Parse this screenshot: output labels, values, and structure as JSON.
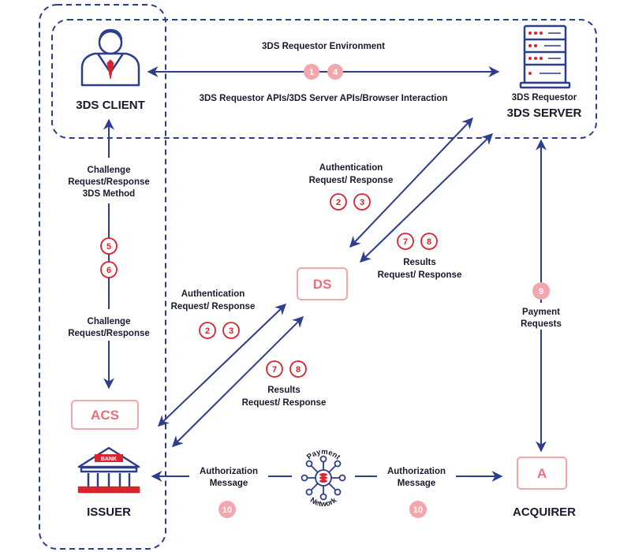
{
  "env_title": "3DS Requestor Environment",
  "env_subtitle": "3DS Requestor APIs/3DS Server APIs/Browser Interaction",
  "client": {
    "label": "3DS CLIENT"
  },
  "server": {
    "sublabel": "3DS Requestor",
    "label": "3DS SERVER"
  },
  "ds": {
    "label": "DS"
  },
  "acs": {
    "label": "ACS"
  },
  "issuer": {
    "label": "ISSUER",
    "bank_text": "BANK"
  },
  "acquirer": {
    "label": "ACQUIRER",
    "box": "A"
  },
  "network": {
    "top": "Payment",
    "bottom": "Network"
  },
  "left_column": {
    "challenge_top": [
      "Challenge",
      "Request/Response",
      "3DS Method"
    ],
    "challenge_bottom": [
      "Challenge",
      "Request/Response"
    ]
  },
  "auth_upper": [
    "Authentication",
    "Request/ Response"
  ],
  "results_upper": [
    "Results",
    "Request/ Response"
  ],
  "auth_lower": [
    "Authentication",
    "Request/ Response"
  ],
  "results_lower": [
    "Results",
    "Request/ Response"
  ],
  "payment_requests": [
    "Payment",
    "Requests"
  ],
  "auth_msg_left": [
    "Authorization",
    "Message"
  ],
  "auth_msg_right": [
    "Authorization",
    "Message"
  ],
  "badges": {
    "env": [
      "1",
      "4"
    ],
    "auth_upper": [
      "2",
      "3"
    ],
    "results_upper": [
      "7",
      "8"
    ],
    "challenge": [
      "5",
      "6"
    ],
    "auth_lower": [
      "2",
      "3"
    ],
    "results_lower": [
      "7",
      "8"
    ],
    "payment": "9",
    "auth_left": "10",
    "auth_right": "10"
  },
  "colors": {
    "navy": "#2c3e8c",
    "red": "#d9242f",
    "pink": "#f3a6ab",
    "pink_text": "#e8707a"
  }
}
